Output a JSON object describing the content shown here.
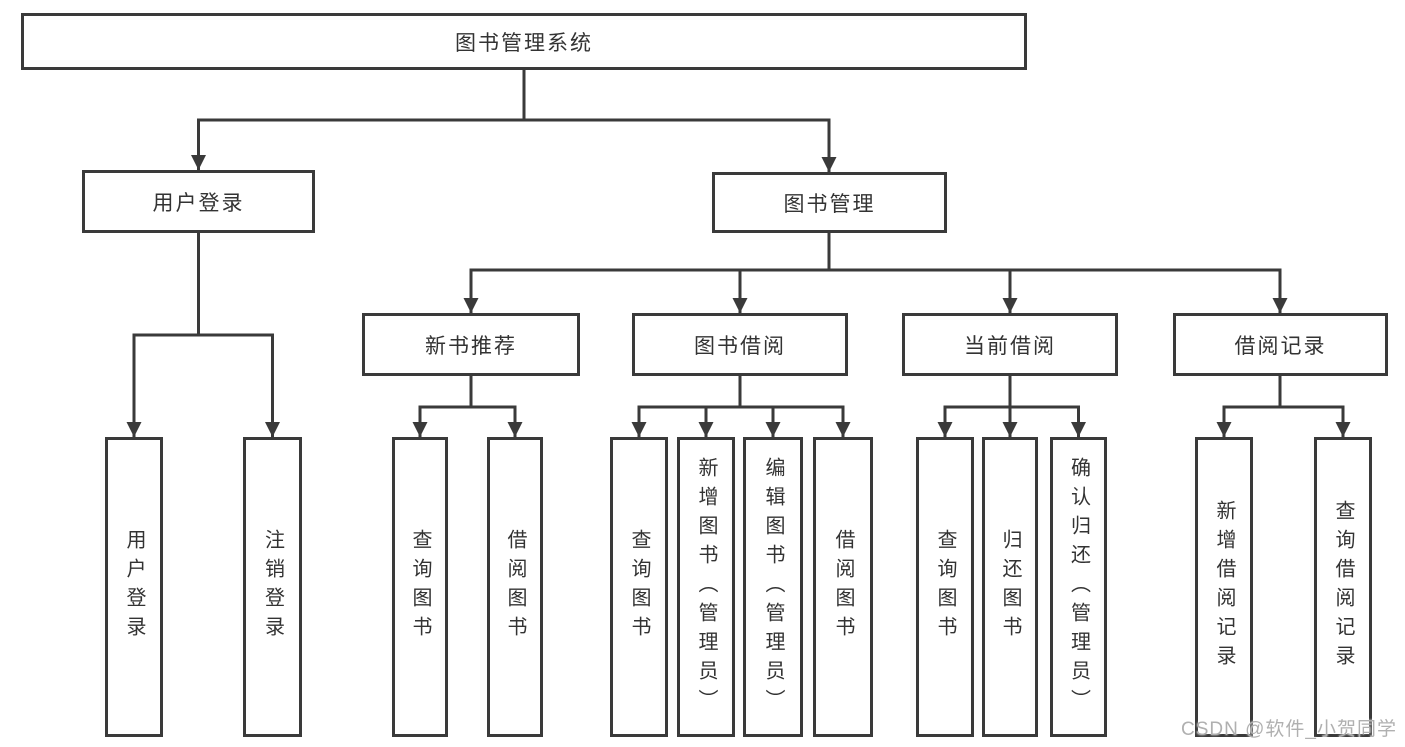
{
  "colors": {
    "line": "#3a3a3a",
    "text": "#333333",
    "background": "#ffffff",
    "watermark": "#b0b0b0"
  },
  "diagram": {
    "root": {
      "label": "图书管理系统"
    },
    "branches": [
      {
        "label": "用户登录",
        "children": [
          "用户登录",
          "注销登录"
        ]
      },
      {
        "label": "图书管理",
        "modules": [
          {
            "label": "新书推荐",
            "children": [
              "查询图书",
              "借阅图书"
            ]
          },
          {
            "label": "图书借阅",
            "children": [
              "查询图书",
              "新增图书（管理员）",
              "编辑图书（管理员）",
              "借阅图书"
            ]
          },
          {
            "label": "当前借阅",
            "children": [
              "查询图书",
              "归还图书",
              "确认归还（管理员）"
            ]
          },
          {
            "label": "借阅记录",
            "children": [
              "新增借阅记录",
              "查询借阅记录"
            ]
          }
        ]
      }
    ]
  },
  "watermark": "CSDN @软件_小贺同学"
}
